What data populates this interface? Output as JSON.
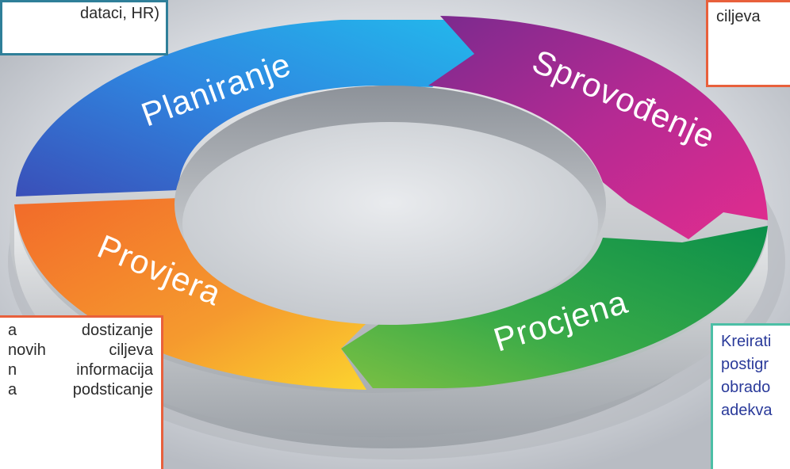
{
  "diagram": {
    "segments": [
      {
        "label": "Planiranje",
        "color": "#2e6fd8"
      },
      {
        "label": "Sprovođenje",
        "color": "#b82a93"
      },
      {
        "label": "Procjena",
        "color": "#3aaa4a"
      },
      {
        "label": "Provjera",
        "color": "#f07a2a"
      }
    ]
  },
  "boxes": {
    "top_left": {
      "lines": [
        "dataci, HR)"
      ]
    },
    "top_right": {
      "lines": [
        "ciljeva"
      ]
    },
    "bottom_left": {
      "lines": [
        "a  dostizanje",
        "novih ciljeva",
        "n  informacija",
        "a  podsticanje"
      ]
    },
    "bottom_right": {
      "lines": [
        "Kreirati",
        "postigr",
        "obrado",
        "adekva"
      ]
    }
  }
}
